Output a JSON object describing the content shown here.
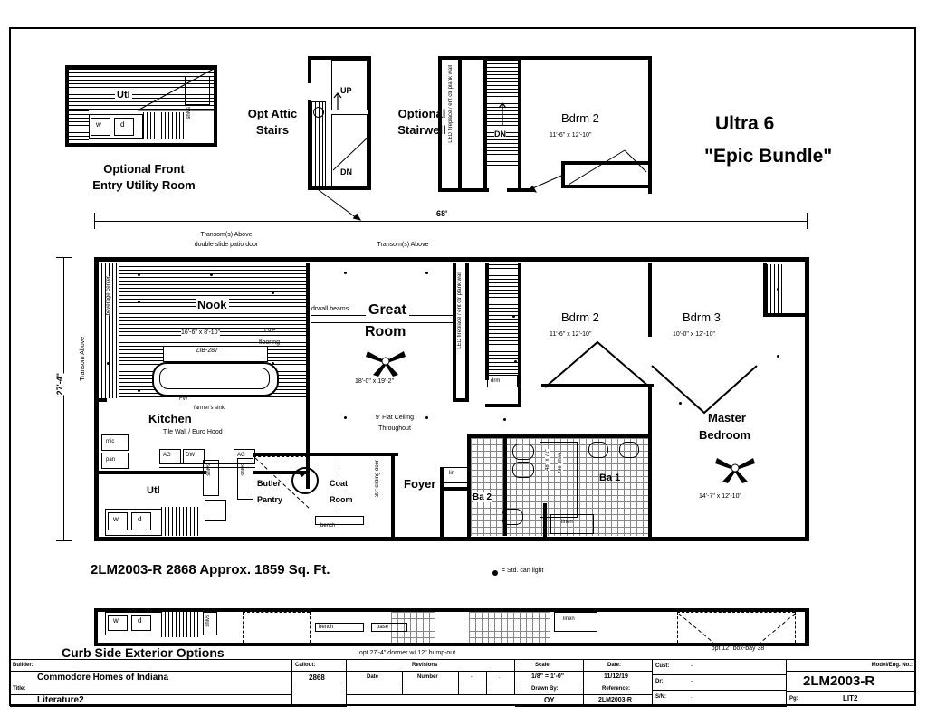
{
  "sheet": {
    "title_main": "Ultra 6",
    "title_sub": "\"Epic Bundle\"",
    "plan_line": "2LM2003-R 2868  Approx. 1859 Sq. Ft.",
    "curb_side": "Curb Side Exterior Options",
    "can_light_note": "= Std. can light",
    "width_dim": "68'",
    "depth_dim": "27'-4\"",
    "transom_left": "Transom Above",
    "transom_note_1": "Transom(s) Above",
    "transom_note_2": "double slide patio door",
    "transom_note_3": "Transom(s) Above",
    "ceiling_note_1": "9' Flat Ceiling",
    "ceiling_note_2": "Throughout",
    "dormer_note": "opt 27'-4\" dormer w/ 12\" bump-out",
    "boxbay_note": "opt 12\" box-bay 38"
  },
  "insets": {
    "front_utility_1": "Optional  Front",
    "front_utility_2": "Entry Utility Room",
    "front_utility_room": "Utl",
    "attic_1": "Opt Attic",
    "attic_2": "Stairs",
    "attic_up": "UP",
    "attic_dn": "DN",
    "stairwell_1": "Optional",
    "stairwell_2": "Stairwell",
    "stairwell_dn": "DN",
    "inset_bdrm2": "Bdrm 2",
    "inset_bdrm2_dim": "11'-6\" x 12'-10\"",
    "inset_fireplace": "LED fireplace / ent ctr plank wall"
  },
  "rooms": [
    {
      "name": "Nook",
      "dim": "16'-6\" x 8'-10\""
    },
    {
      "name": "Great",
      "name2": "Room",
      "dim": "18'-0\" x 19'-2\""
    },
    {
      "name": "Bdrm 2",
      "dim": "11'-6\" x 12'-10\""
    },
    {
      "name": "Bdrm 3",
      "dim": "10'-0\" x 12'-10\""
    },
    {
      "name": "Master",
      "name2": "Bedroom",
      "dim": "14'-7\" x 12'-10\""
    },
    {
      "name": "Kitchen",
      "dim": ""
    },
    {
      "name": "Foyer",
      "dim": ""
    },
    {
      "name": "Ba 1",
      "dim": ""
    },
    {
      "name": "Ba 2",
      "dim": ""
    },
    {
      "name": "Utl",
      "dim": ""
    }
  ],
  "labels": {
    "beverage_center": "beverage center",
    "lvp_1": "LVP",
    "lvp_2": "flooring",
    "zib": "ZIB-287",
    "fw": "FW",
    "farmers_sink_1": "farmer's sink",
    "tile_wall": "Tile Wall / Euro Hood",
    "mic": "mic",
    "pan": "pan",
    "ag": "AG",
    "dw": "DW",
    "shlvs": "shlvs",
    "butler": "Butler",
    "pantry": "Pantry",
    "coat": "Coat",
    "room": "Room",
    "bench": "bench",
    "sliding_door": "30\" sliding door",
    "lin": "lin",
    "linen": "linen",
    "tub_shwr_1": "48\" x 72\"",
    "tub_shwr_2": "tile shwr",
    "drwall_beams": "drwall beams",
    "led_fireplace": "LED fireplace / ent ctr plank wall",
    "drm": "drm",
    "w": "w",
    "d": "d",
    "base": "base"
  },
  "titleblock": {
    "builder_label": "Builder:",
    "builder_value": "Commodore Homes of Indiana",
    "title_label": "Title:",
    "title_value": "Literature2",
    "callout_label": "Callout:",
    "callout_value": "2868",
    "revisions_label": "Revisions",
    "rev_date": "Date",
    "rev_number": "Number",
    "scale_label": "Scale:",
    "scale_value": "1/8\" = 1'-0\"",
    "date_label": "Date:",
    "date_value": "11/12/19",
    "drawn_label": "Drawn By:",
    "drawn_value": "OY",
    "reference_label": "Reference:",
    "reference_value": "2LM2003-R",
    "cust_label": "Cust:",
    "cust_value": "-",
    "dr_label": "Dr:",
    "dr_value": "-",
    "sn_label": "S/N:",
    "sn_value": ".",
    "model_label": "Model/Eng. No.:",
    "model_value": "2LM2003-R",
    "pg_label": "Pg:",
    "pg_value": "LIT2",
    "dash": "-",
    "dot": "."
  }
}
